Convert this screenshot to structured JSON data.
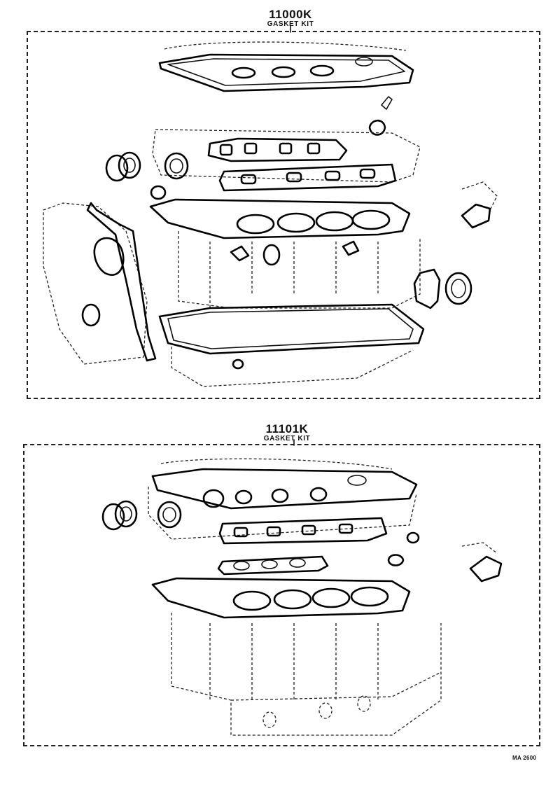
{
  "kits": [
    {
      "number": "11000K",
      "name": "GASKET KIT"
    },
    {
      "number": "11101K",
      "name": "GASKET KIT"
    }
  ],
  "reference_code": "MA 2600"
}
